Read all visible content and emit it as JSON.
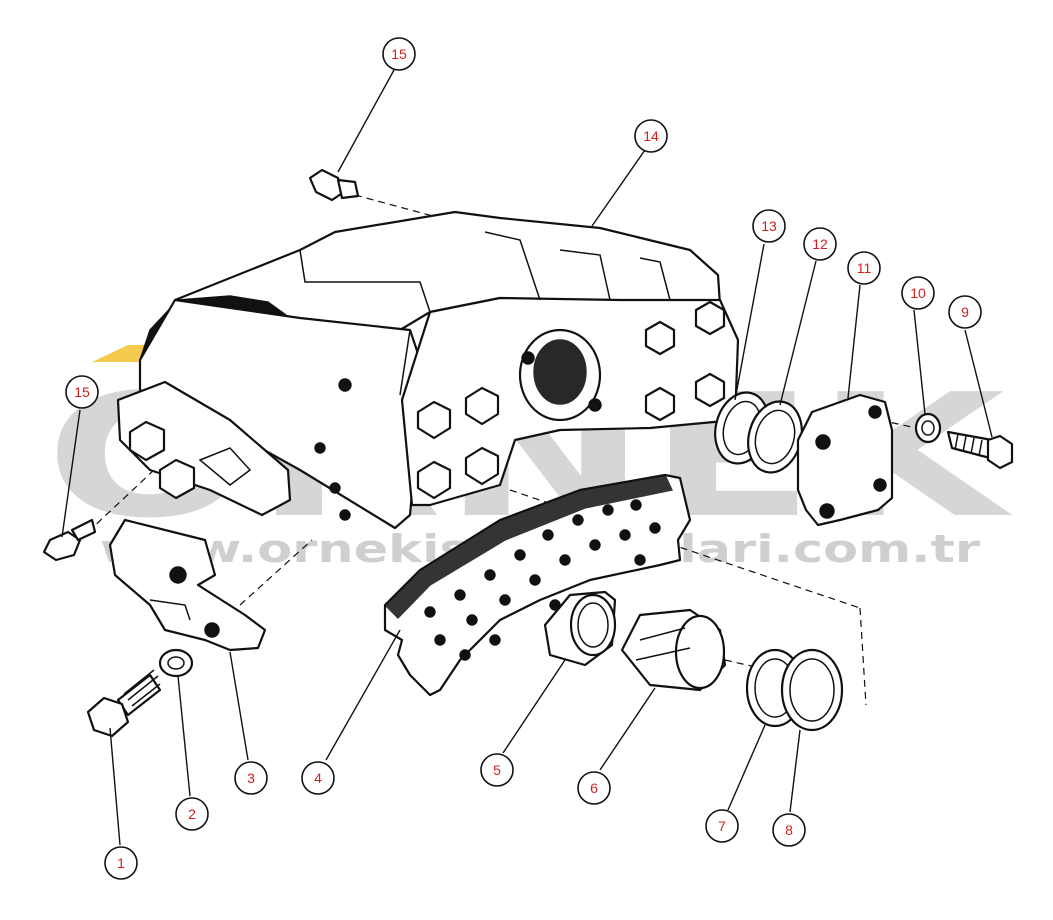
{
  "watermark": {
    "brand": "ORNEK",
    "url": "www.ornekismakinalari.com.tr",
    "accent_color": "#f2c230"
  },
  "callouts": [
    {
      "id": "c1",
      "label": "1"
    },
    {
      "id": "c2",
      "label": "2"
    },
    {
      "id": "c3",
      "label": "3"
    },
    {
      "id": "c4",
      "label": "4"
    },
    {
      "id": "c5",
      "label": "5"
    },
    {
      "id": "c6",
      "label": "6"
    },
    {
      "id": "c7",
      "label": "7"
    },
    {
      "id": "c8",
      "label": "8"
    },
    {
      "id": "c9",
      "label": "9"
    },
    {
      "id": "c10",
      "label": "10"
    },
    {
      "id": "c11",
      "label": "11"
    },
    {
      "id": "c12",
      "label": "12"
    },
    {
      "id": "c13",
      "label": "13"
    },
    {
      "id": "c14",
      "label": "14"
    },
    {
      "id": "c15a",
      "label": "15"
    },
    {
      "id": "c15b",
      "label": "15"
    }
  ],
  "colors": {
    "line": "#111111",
    "callout_text": "#d41f1f",
    "watermark_gray": "#c9c9c9"
  }
}
